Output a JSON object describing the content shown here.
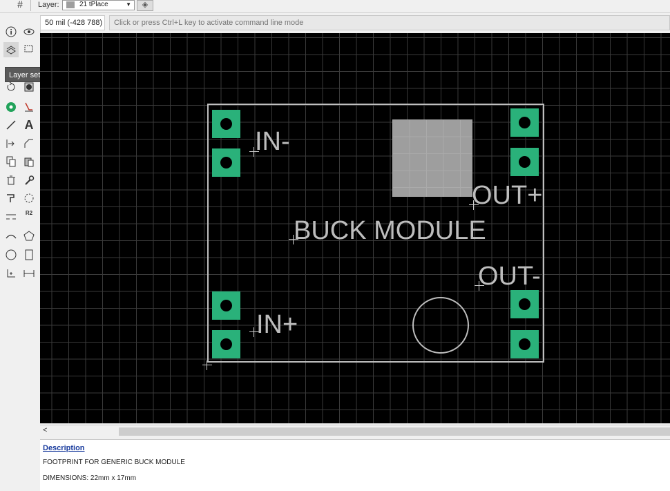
{
  "topbar": {
    "layer_label": "Layer:",
    "layer_value": "21 tPlace",
    "layer_color": "#9e9e9e"
  },
  "command": {
    "coordinate": "50 mil (-428 788)",
    "placeholder": "Click or press Ctrl+L key to activate command line mode"
  },
  "tooltip": {
    "text": "Layer settings..."
  },
  "toolbar": {
    "tools": [
      "info-icon",
      "eye-icon",
      "layer-settings-icon",
      "select-rect-icon",
      "rotate-icon",
      "fill-icon",
      "via-icon",
      "drc-icon",
      "wire-icon",
      "text-icon",
      "route-icon",
      "polygon-edit-icon",
      "copy-icon",
      "paste-icon",
      "delete-icon",
      "wrench-icon",
      "paint-icon",
      "ratsnest-icon",
      "split-icon",
      "name-icon",
      "arc-icon",
      "polygon-icon",
      "circle-icon",
      "rect-icon",
      "mark-icon",
      "dimension-icon"
    ],
    "name_tool_label": "R2",
    "text_tool_label": "A"
  },
  "board": {
    "labels": {
      "in_minus": "IN-",
      "in_plus": "IN+",
      "out_plus": "OUT+",
      "out_minus": "OUT-",
      "title": "BUCK MODULE"
    },
    "pad_color": "#2ab17a",
    "silk_color": "#bdbdbd"
  },
  "scroll": {
    "left_arrow": "<"
  },
  "description": {
    "title": "Description",
    "line1": "FOOTPRINT FOR GENERIC BUCK MODULE",
    "line2": "DIMENSIONS: 22mm x 17mm"
  }
}
